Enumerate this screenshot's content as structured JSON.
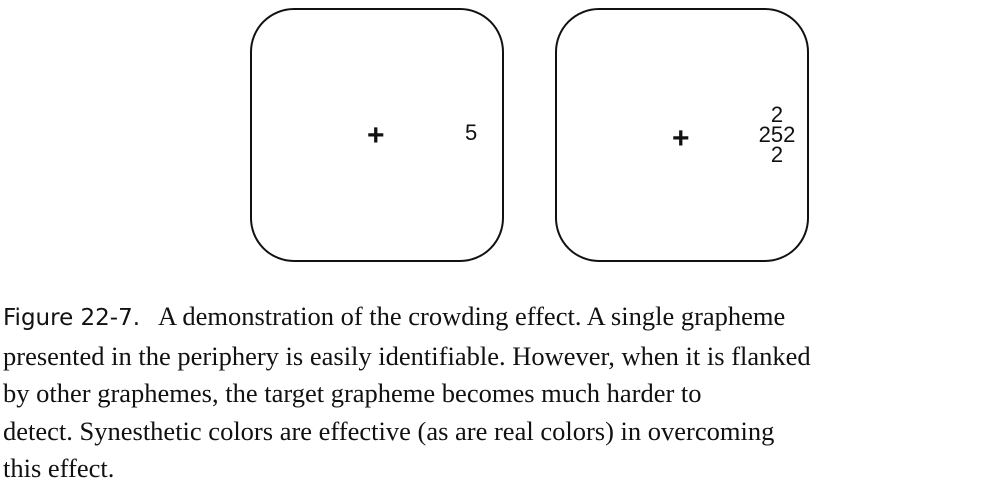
{
  "figure": {
    "left_panel": {
      "fixation": "+",
      "target": "5"
    },
    "right_panel": {
      "fixation": "+",
      "flanker_top": "2",
      "flanked_row": "252",
      "flanker_bottom": "2"
    }
  },
  "caption": {
    "label": "Figure 22-7.",
    "lines": [
      "A demonstration of the crowding effect. A single grapheme",
      "presented in the periphery is easily identifiable. However, when it is flanked",
      "by other graphemes, the target grapheme becomes much harder to",
      "detect. Synesthetic colors are effective (as are real colors) in overcoming",
      "this effect."
    ]
  }
}
